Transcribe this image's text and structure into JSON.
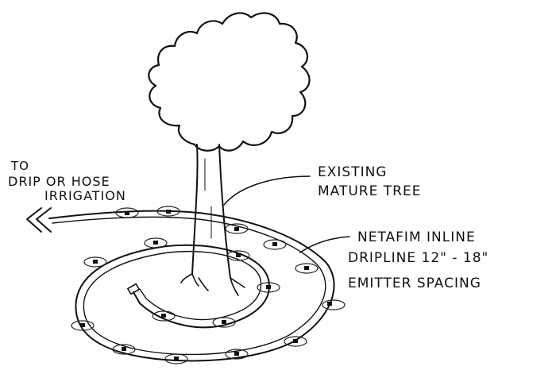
{
  "labels": {
    "source": [
      "TO",
      "DRIP OR HOSE",
      "IRRIGATION"
    ],
    "tree": [
      "EXISTING",
      "MATURE TREE"
    ],
    "dripline": [
      "NETAFIM INLINE",
      "DRIPLINE 12\" - 18\"",
      "EMITTER SPACING"
    ]
  },
  "icons": {
    "arrow": "double-arrow-left",
    "tree": "tree-canopy-outline",
    "emitter": "drip-emitter-ellipse"
  }
}
